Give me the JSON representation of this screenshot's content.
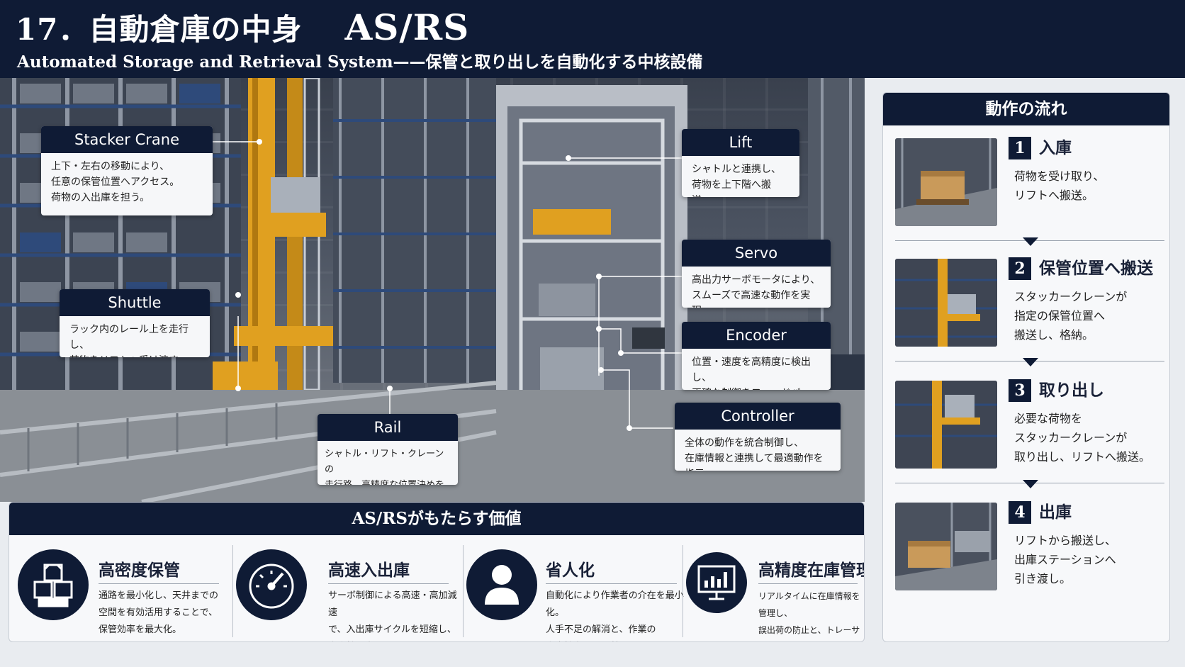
{
  "header": {
    "title": "17．自動倉庫の中身",
    "title_system": "AS/RS",
    "subtitle": "Automated Storage and Retrieval System——保管と取り出しを自動化する中核設備"
  },
  "callouts": {
    "stacker": {
      "title": "Stacker Crane",
      "desc": "上下・左右の移動により、\n任意の保管位置へアクセス。\n荷物の入出庫を担う。"
    },
    "shuttle": {
      "title": "Shuttle",
      "desc": "ラック内のレール上を走行し、\n荷物をリフトへ受け渡す。"
    },
    "rail": {
      "title": "Rail",
      "desc": "シャトル・リフト・クレーンの\n走行路。高精度な位置決めを支える。"
    },
    "lift": {
      "title": "Lift",
      "desc": "シャトルと連携し、\n荷物を上下階へ搬送。"
    },
    "servo": {
      "title": "Servo",
      "desc": "高出力サーボモータにより、\nスムーズで高速な動作を実現。"
    },
    "encoder": {
      "title": "Encoder",
      "desc": "位置・速度を高精度に検出し、\n正確な制御をフィードバック。"
    },
    "controller": {
      "title": "Controller",
      "desc": "全体の動作を統合制御し、\n在庫情報と連携して最適動作を指示。"
    }
  },
  "value": {
    "title": "AS/RSがもたらす価値",
    "items": [
      {
        "name": "高密度保管",
        "desc": "通路を最小化し、天井までの\n空間を有効活用することで、\n保管効率を最大化。",
        "icon": "boxes-icon"
      },
      {
        "name": "高速入出庫",
        "desc": "サーボ制御による高速・高加減速\nで、入出庫サイクルを短縮し、\n生産性を向上。",
        "icon": "speedometer-icon"
      },
      {
        "name": "省人化",
        "desc": "自動化により作業者の介在を最小化。\n人手不足の解消と、作業の\n安全性向上に貢献。",
        "icon": "person-icon"
      },
      {
        "name": "高精度在庫管理",
        "desc": "リアルタイムに在庫情報を管理し、\n誤出荷の防止と、トレーサビリティ\nの強化を実現。",
        "icon": "monitor-chart-icon"
      }
    ]
  },
  "flow": {
    "title": "動作の流れ",
    "steps": [
      {
        "num": "1",
        "name": "入庫",
        "desc": "荷物を受け取り、\nリフトへ搬送。"
      },
      {
        "num": "2",
        "name": "保管位置へ搬送",
        "desc": "スタッカークレーンが\n指定の保管位置へ\n搬送し、格納。"
      },
      {
        "num": "3",
        "name": "取り出し",
        "desc": "必要な荷物を\nスタッカークレーンが\n取り出し、リフトへ搬送。"
      },
      {
        "num": "4",
        "name": "出庫",
        "desc": "リフトから搬送し、\n出庫ステーションへ\n引き渡し。"
      }
    ]
  },
  "colors": {
    "navy": "#0f1b35",
    "crane_yellow": "#e0a020",
    "rack_blue": "#2e4a7a"
  }
}
